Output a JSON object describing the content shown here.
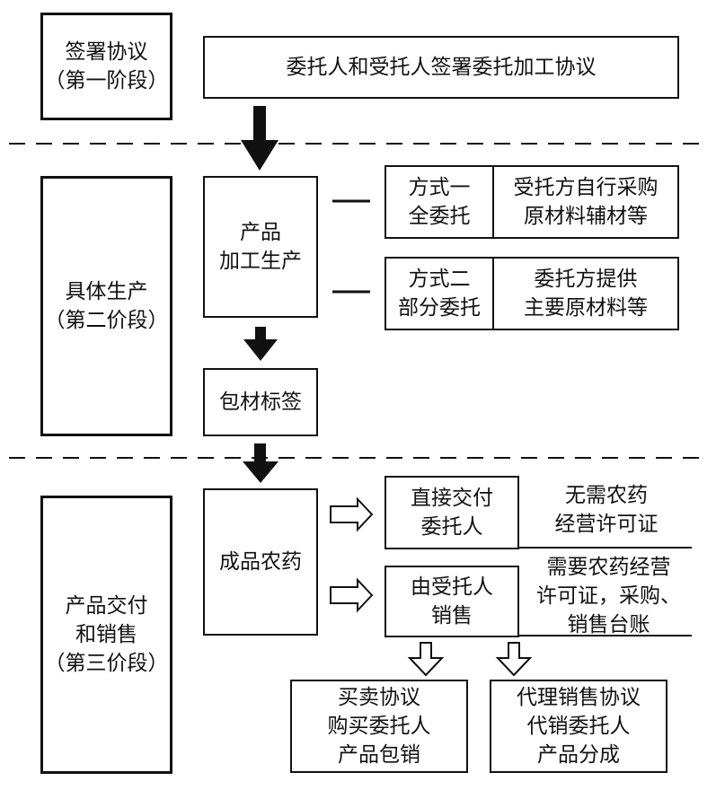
{
  "stages": [
    {
      "label": "签署协议\n（第一阶段）"
    },
    {
      "label": "具体生产\n（第二价段）"
    },
    {
      "label": "产品交付\n和销售\n（第三价段）"
    }
  ],
  "stage1": {
    "agreement": "委托人和受托人签署委托加工协议"
  },
  "stage2": {
    "production": "产品\n加工生产",
    "mode1": {
      "name": "方式一\n全委托",
      "desc": "受托方自行采购\n原材料辅材等"
    },
    "mode2": {
      "name": "方式二\n部分委托",
      "desc": "委托方提供\n主要原材料等"
    },
    "packaging": "包材标签"
  },
  "stage3": {
    "finished": "成品农药",
    "direct": {
      "name": "直接交付\n委托人",
      "note": "无需农药\n经营许可证"
    },
    "sale": {
      "name": "由受托人\n销售",
      "note": "需要农药经营\n许可证，采购、\n销售台账"
    },
    "buy_sell": "买卖协议\n购买委托人\n产品包销",
    "agency": "代理销售协议\n代销委托人\n产品分成"
  }
}
